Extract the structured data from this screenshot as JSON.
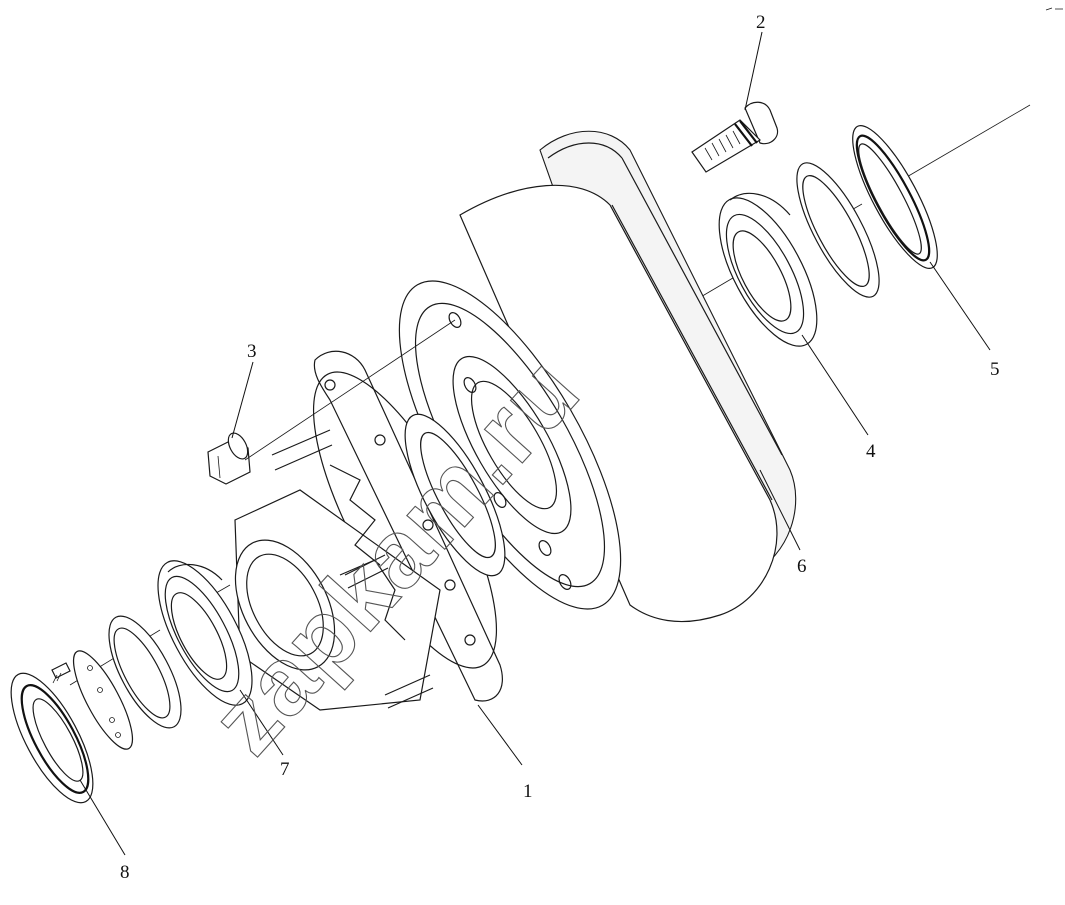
{
  "callouts": [
    {
      "id": "1",
      "label": "1"
    },
    {
      "id": "2",
      "label": "2"
    },
    {
      "id": "3",
      "label": "3"
    },
    {
      "id": "4",
      "label": "4"
    },
    {
      "id": "5",
      "label": "5"
    },
    {
      "id": "6",
      "label": "6"
    },
    {
      "id": "7",
      "label": "7"
    },
    {
      "id": "8",
      "label": "8"
    }
  ],
  "watermark": "zapkam.ru",
  "colors": {
    "line": "#1a1a1a",
    "background": "#ffffff",
    "watermark": "#555555"
  }
}
